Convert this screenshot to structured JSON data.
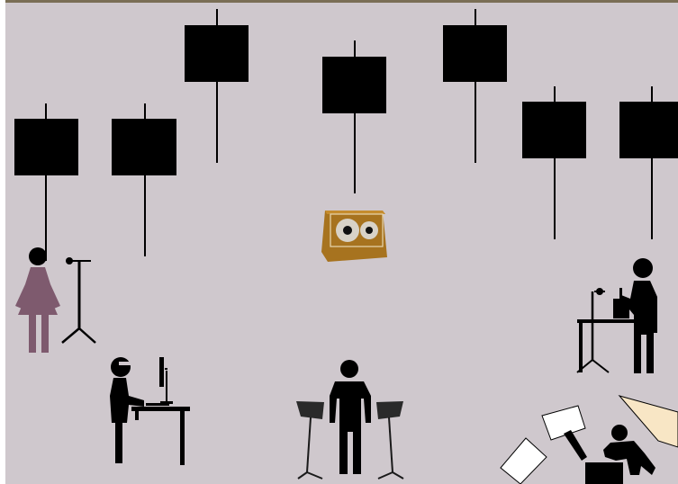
{
  "scene": {
    "background_color": "#cfc8cd",
    "border_color": "#7a6e55",
    "accent_color_performer": "#7e5a6e",
    "speaker_color": "#a7731f",
    "figure_color": "#000000"
  },
  "elements": {
    "hanging_speakers": [
      {
        "name": "hanging-speaker-1"
      },
      {
        "name": "hanging-speaker-2"
      },
      {
        "name": "hanging-speaker-3"
      },
      {
        "name": "hanging-speaker-4"
      },
      {
        "name": "hanging-speaker-5"
      },
      {
        "name": "hanging-speaker-6"
      },
      {
        "name": "hanging-speaker-7"
      }
    ],
    "tape_deck": {
      "icon": "reel-to-reel-tape-icon"
    },
    "performers": [
      {
        "name": "female-vocalist-with-mic-stand",
        "icon": "female-person-icon"
      },
      {
        "name": "computer-operator-at-desk",
        "icon": "person-at-computer-icon"
      },
      {
        "name": "conductor-with-music-stands",
        "icon": "conductor-icon"
      },
      {
        "name": "performer-at-table-with-mic",
        "icon": "person-at-table-icon"
      },
      {
        "name": "seated-performer-with-pages",
        "icon": "seated-person-icon"
      }
    ]
  }
}
